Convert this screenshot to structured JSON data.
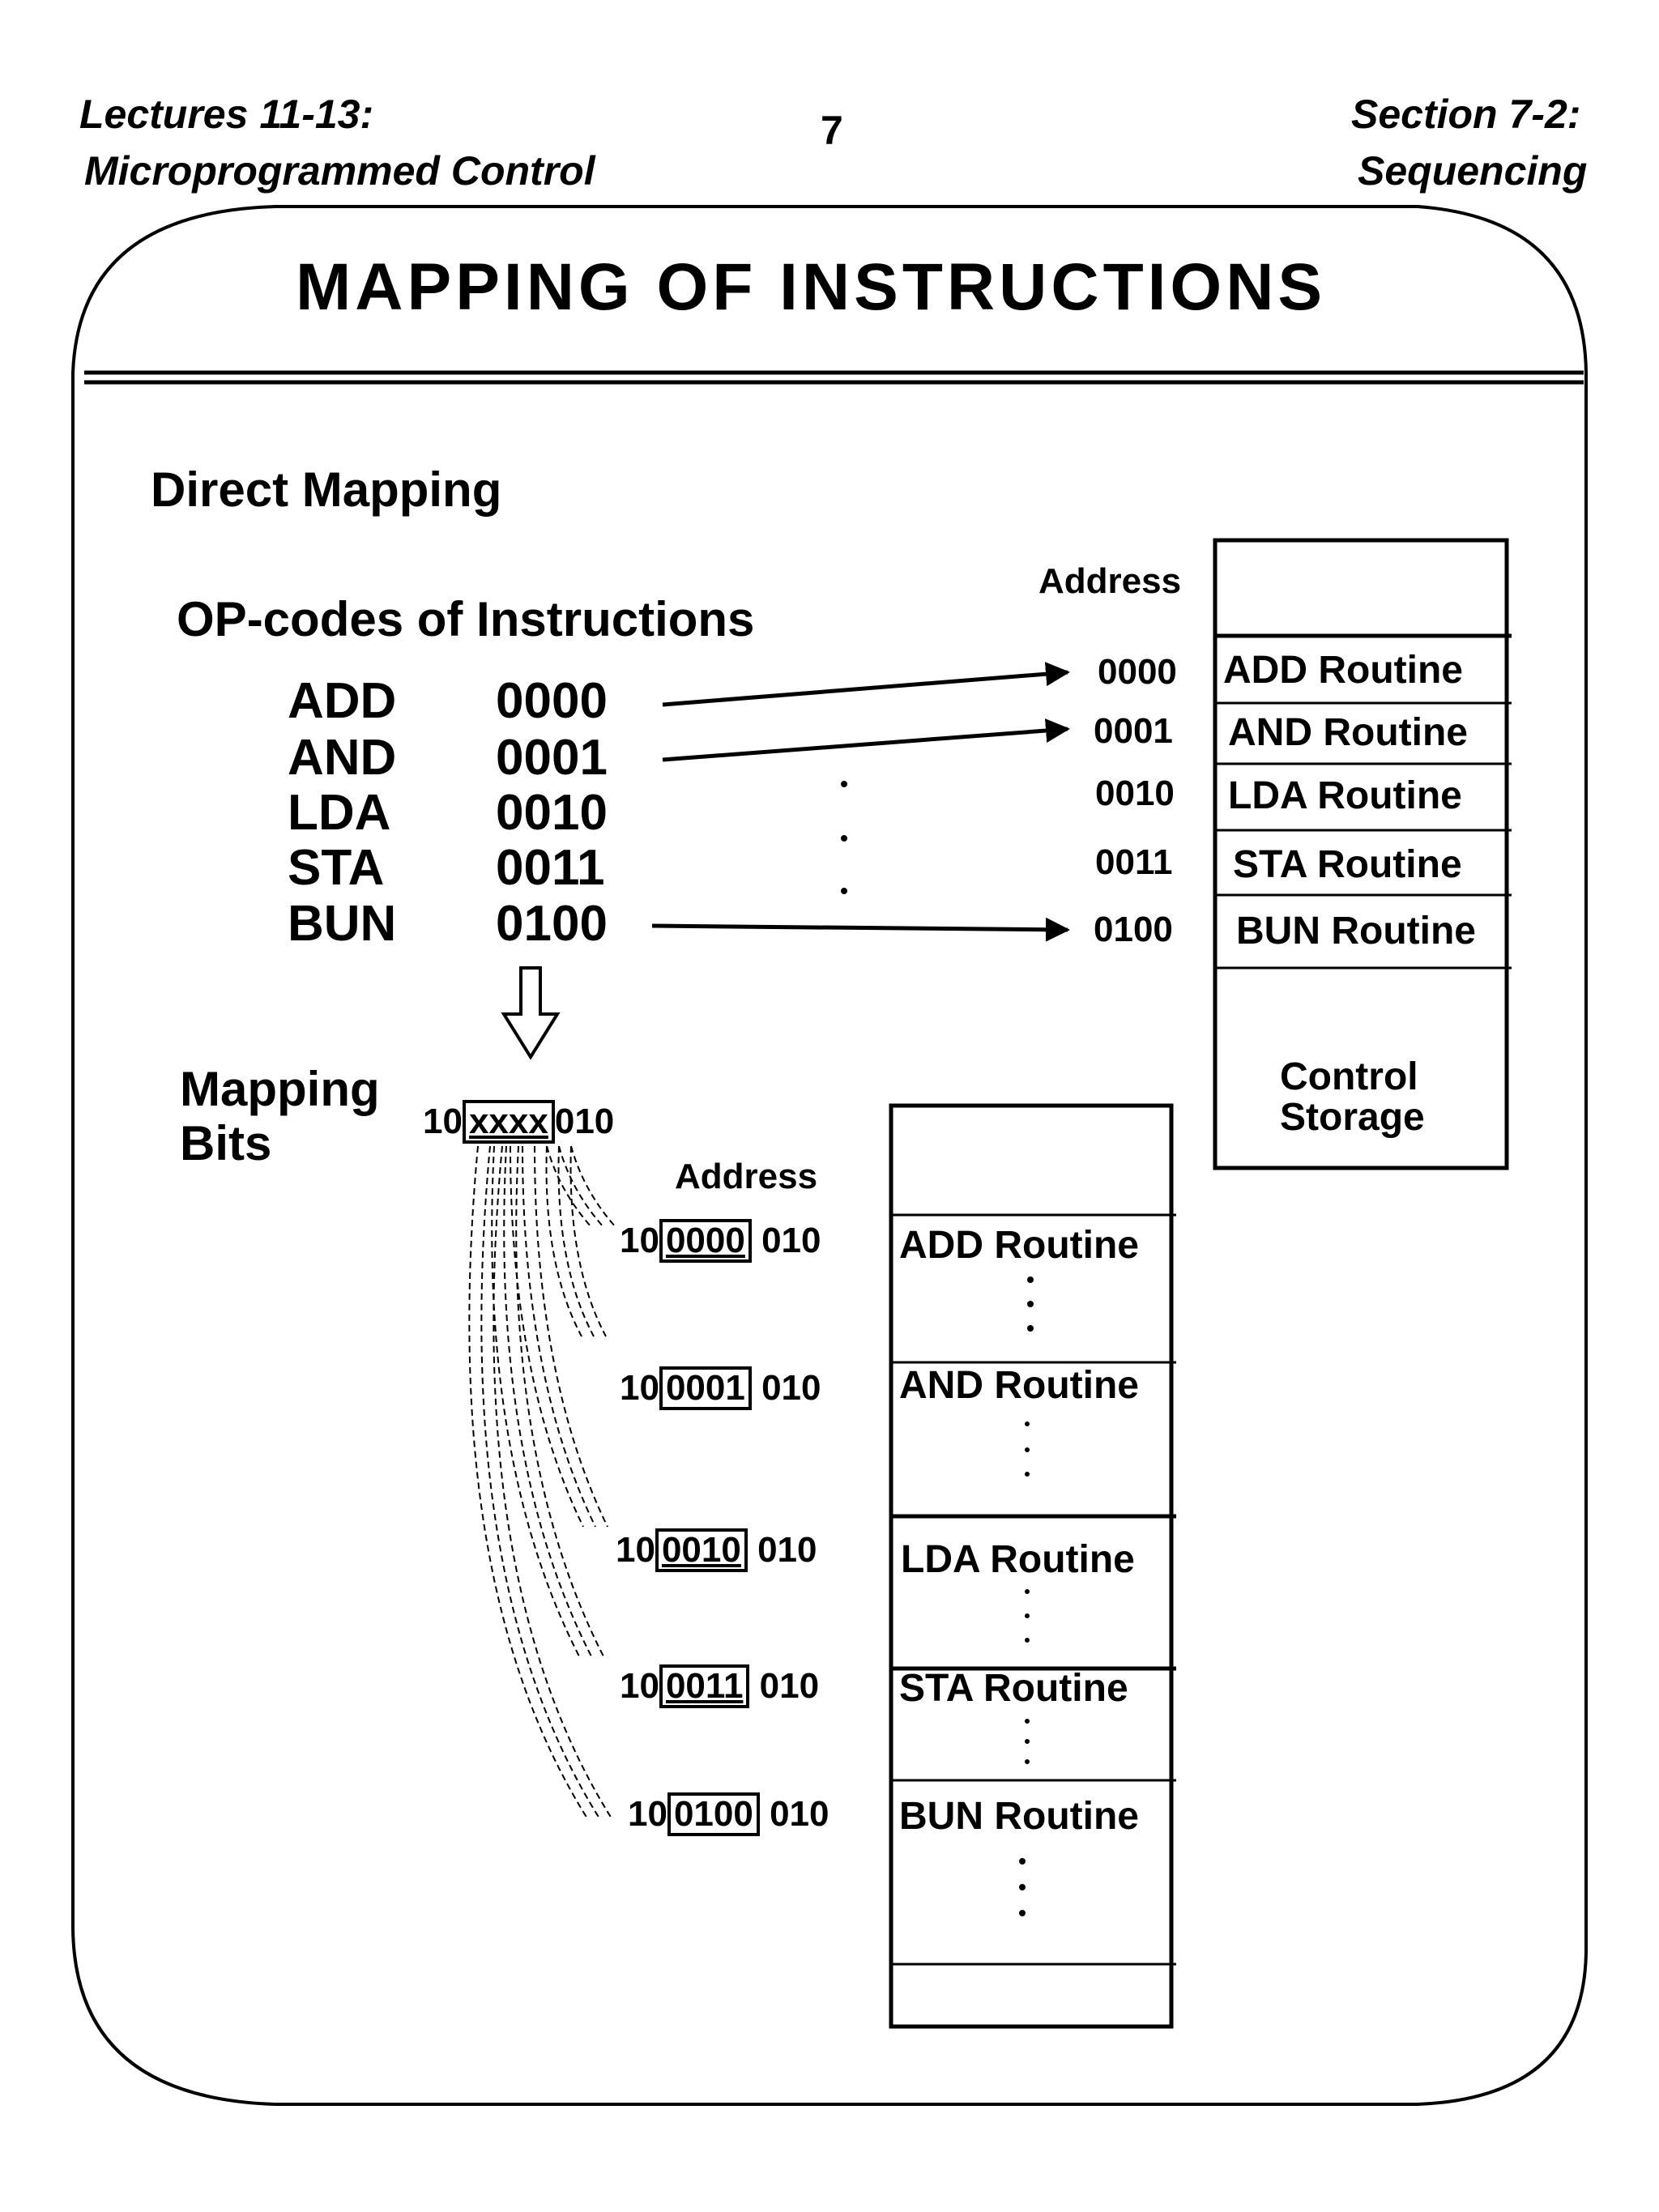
{
  "header": {
    "left_line1": "Lectures 11-13:",
    "left_line2": "Microprogrammed Control",
    "page_number": "7",
    "right_line1": "Section 7-2:",
    "right_line2": "Sequencing"
  },
  "title": "MAPPING OF INSTRUCTIONS",
  "direct_mapping": {
    "heading": "Direct Mapping",
    "opcodes_heading": "OP-codes of Instructions",
    "instructions": [
      {
        "name": "ADD",
        "code": "0000"
      },
      {
        "name": "AND",
        "code": "0001"
      },
      {
        "name": "LDA",
        "code": "0010"
      },
      {
        "name": "STA",
        "code": "0011"
      },
      {
        "name": "BUN",
        "code": "0100"
      }
    ],
    "address_label": "Address",
    "addresses": [
      "0000",
      "0001",
      "0010",
      "0011",
      "0100"
    ],
    "routines": [
      "ADD Routine",
      "AND Routine",
      "LDA Routine",
      "STA Routine",
      "BUN Routine"
    ],
    "storage_line1": "Control",
    "storage_line2": "Storage"
  },
  "mapping_bits": {
    "heading_line1": "Mapping",
    "heading_line2": "Bits",
    "prefix": "10",
    "field": "xxxx",
    "suffix": "010",
    "address_label": "Address",
    "addresses": [
      {
        "prefix": "10",
        "field": "0000",
        "suffix": "010"
      },
      {
        "prefix": "10",
        "field": "0001",
        "suffix": "010"
      },
      {
        "prefix": "10",
        "field": "0010",
        "suffix": "010"
      },
      {
        "prefix": "10",
        "field": "0011",
        "suffix": "010"
      },
      {
        "prefix": "10",
        "field": "0100",
        "suffix": "010"
      }
    ],
    "routines": [
      "ADD Routine",
      "AND Routine",
      "LDA Routine",
      "STA Routine",
      "BUN Routine"
    ]
  }
}
